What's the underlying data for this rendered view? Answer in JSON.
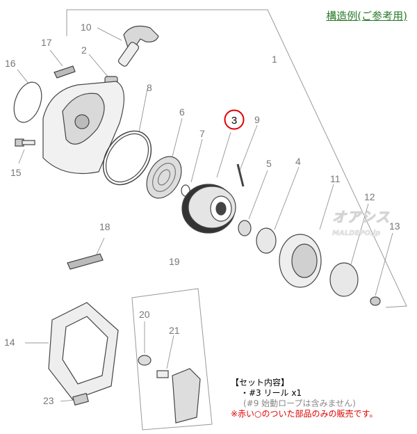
{
  "title": "構造例(ご参考用)",
  "highlighted_part": "3",
  "callouts": [
    {
      "id": "1",
      "label": "1"
    },
    {
      "id": "2",
      "label": "2"
    },
    {
      "id": "3",
      "label": "3"
    },
    {
      "id": "4",
      "label": "4"
    },
    {
      "id": "5",
      "label": "5"
    },
    {
      "id": "6",
      "label": "6"
    },
    {
      "id": "7",
      "label": "7"
    },
    {
      "id": "8",
      "label": "8"
    },
    {
      "id": "9",
      "label": "9"
    },
    {
      "id": "10",
      "label": "10"
    },
    {
      "id": "11",
      "label": "11"
    },
    {
      "id": "12",
      "label": "12"
    },
    {
      "id": "13",
      "label": "13"
    },
    {
      "id": "14",
      "label": "14"
    },
    {
      "id": "15",
      "label": "15"
    },
    {
      "id": "16",
      "label": "16"
    },
    {
      "id": "17",
      "label": "17"
    },
    {
      "id": "18",
      "label": "18"
    },
    {
      "id": "19",
      "label": "19"
    },
    {
      "id": "20",
      "label": "20"
    },
    {
      "id": "21",
      "label": "21"
    },
    {
      "id": "23",
      "label": "23"
    }
  ],
  "watermark": {
    "line1": "オアシス",
    "line2": "MALDEPO.jp"
  },
  "notes": {
    "heading": "【セット内容】",
    "item": "・#3 リール x1",
    "sub": "(#9 始動ロープは含みません)",
    "warning": "※赤い○のついた部品のみの販売です。"
  },
  "colors": {
    "title": "#2a7a2a",
    "highlight": "#e00000",
    "line": "#888888",
    "warning": "#e00000"
  }
}
